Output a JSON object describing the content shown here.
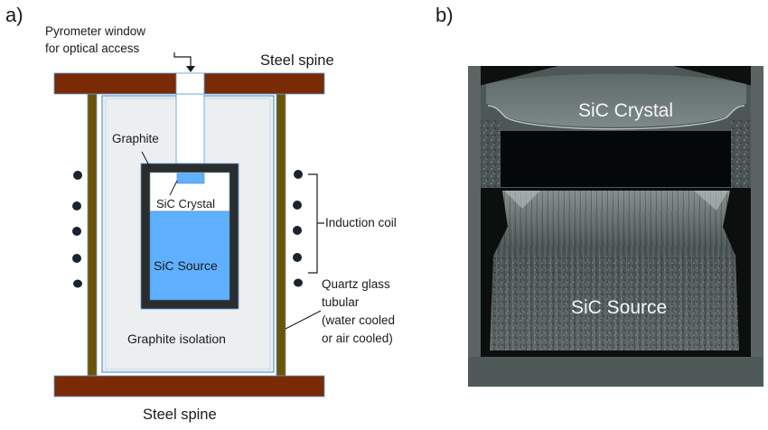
{
  "panel_a": {
    "label": "a)",
    "labels": {
      "pyrometer_line1": "Pyrometer window",
      "pyrometer_line2": "for optical access",
      "steel_spine_top": "Steel spine",
      "steel_spine_bottom": "Steel spine",
      "graphite": "Graphite",
      "sic_crystal": "SiC Crystal",
      "sic_source": "SiC Source",
      "induction_coil": "Induction coil",
      "quartz_line1": "Quartz glass",
      "quartz_line2": "tubular",
      "quartz_line3": "(water cooled",
      "quartz_line4": "or air cooled)",
      "graphite_isolation": "Graphite isolation"
    },
    "colors": {
      "steel_spine": "#7a2a05",
      "quartz_tube": "#6e5300",
      "graphite_isolation": "#eceff0",
      "graphite_crucible": "#2b2d2d",
      "sic": "#5fb1ff",
      "outline": "#5b9bd5",
      "coil": "#1a2430"
    },
    "coil_turns_per_side": 5
  },
  "panel_b": {
    "label": "b)",
    "labels": {
      "sic_crystal": "SiC Crystal",
      "sic_source": "SiC Source"
    }
  }
}
